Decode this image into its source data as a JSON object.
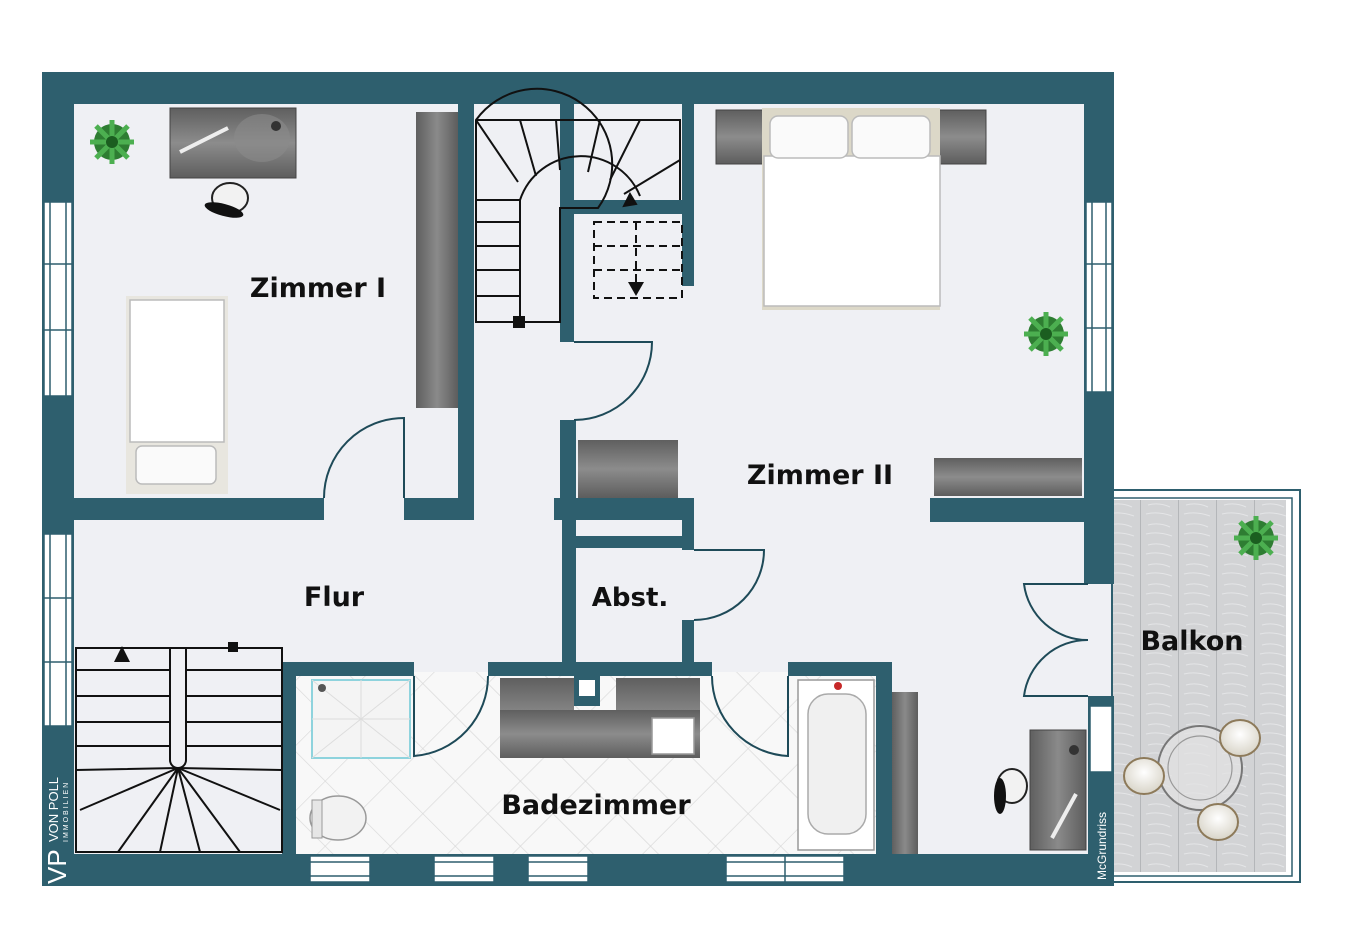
{
  "plan": {
    "rooms": {
      "zimmer1": "Zimmer I",
      "zimmer2": "Zimmer II",
      "flur": "Flur",
      "abst": "Abst.",
      "bad": "Badezimmer",
      "balkon": "Balkon"
    },
    "brand": {
      "initials": "VP",
      "name": "VON POLL",
      "sub": "IMMOBILIEN"
    },
    "credit": "McGrundriss",
    "colors": {
      "wall": "#2e5f6e",
      "floor": "#eff0f4",
      "tile": "#f7f7f7",
      "furniture": "#777777",
      "balcony": "#cfcfcf"
    }
  }
}
